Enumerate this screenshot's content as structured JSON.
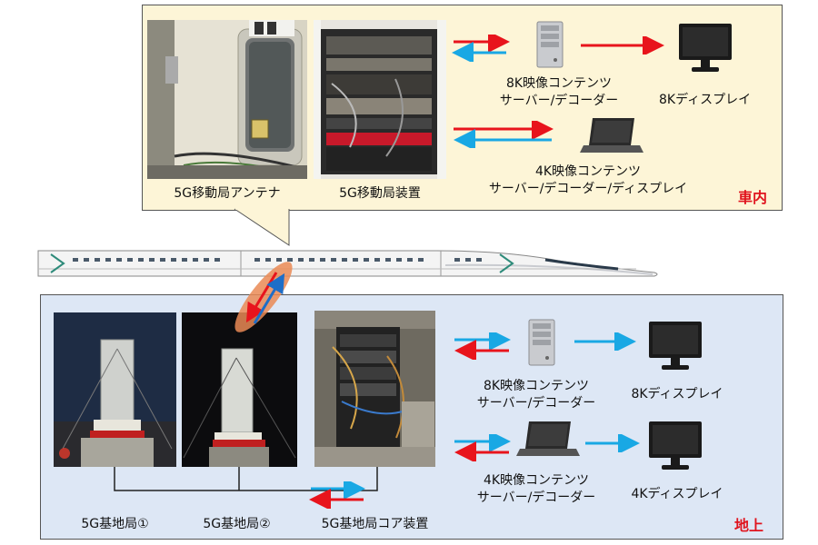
{
  "in_car": {
    "region_label": "車内",
    "antenna_label": "5G移動局アンテナ",
    "equipment_label": "5G移動局装置",
    "server8k": {
      "line1": "8K映像コンテンツ",
      "line2": "サーバー/デコーダー"
    },
    "display8k_label": "8Kディスプレイ",
    "server4k": {
      "line1": "4K映像コンテンツ",
      "line2": "サーバー/デコーダー/ディスプレイ"
    }
  },
  "ground": {
    "region_label": "地上",
    "base1_label": "5G基地局①",
    "base2_label": "5G基地局②",
    "core_label": "5G基地局コア装置",
    "server8k": {
      "line1": "8K映像コンテンツ",
      "line2": "サーバー/デコーダー"
    },
    "display8k_label": "8Kディスプレイ",
    "server4k": {
      "line1": "4K映像コンテンツ",
      "line2": "サーバー/デコーダー"
    },
    "display4k_label": "4Kディスプレイ"
  },
  "colors": {
    "downlink_red": "#e8141c",
    "uplink_blue": "#19a8e4",
    "top_panel_bg": "#fdf5d7",
    "bottom_panel_bg": "#dde7f5",
    "region_label": "#e0141e"
  },
  "icons": [
    "server-tower-icon",
    "monitor-icon",
    "laptop-icon",
    "shinkansen-train-icon"
  ]
}
